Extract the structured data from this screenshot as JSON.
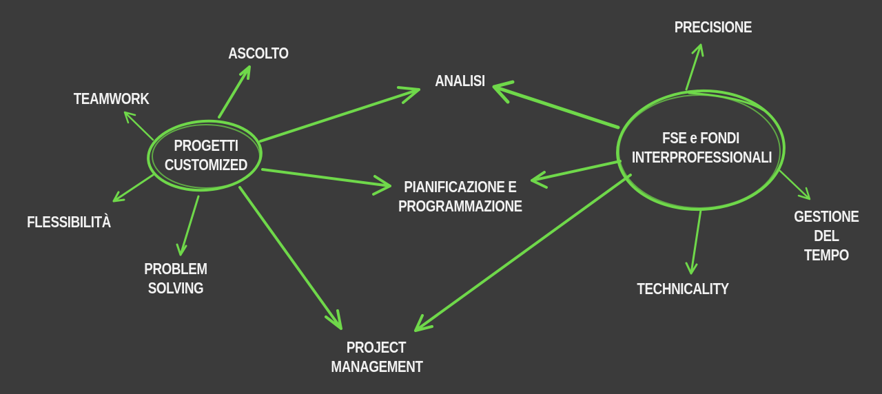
{
  "colors": {
    "background": "#3b3b3b",
    "accent": "#6fd84a",
    "text": "#f2f2f2"
  },
  "hubs": {
    "left": "PROGETTI\nCUSTOMIZED",
    "right": "FSE e FONDI\nINTERPROFESSIONALI"
  },
  "nodes": {
    "ascolto": "ASCOLTO",
    "teamwork": "TEAMWORK",
    "flessibilita": "FLESSIBILITÀ",
    "problem_solving": "PROBLEM\nSOLVING",
    "analisi": "ANALISI",
    "pianificazione": "PIANIFICAZIONE E\nPROGRAMMAZIONE",
    "project_management": "PROJECT\nMANAGEMENT",
    "precisione": "PRECISIONE",
    "gestione_tempo": "GESTIONE\nDEL TEMPO",
    "technicality": "TECHNICALITY"
  }
}
